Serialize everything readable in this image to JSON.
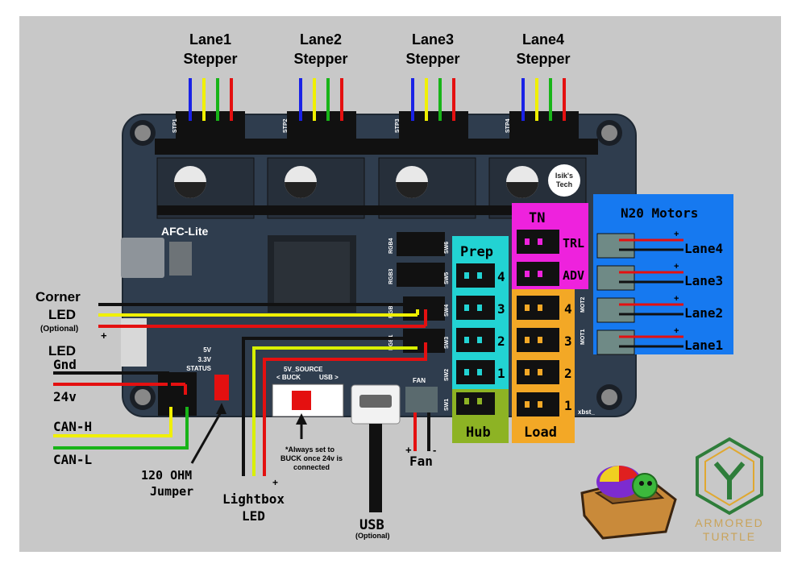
{
  "title": "",
  "stepper_labels": [
    {
      "line1": "Lane1",
      "line2": "Stepper"
    },
    {
      "line1": "Lane2",
      "line2": "Stepper"
    },
    {
      "line1": "Lane3",
      "line2": "Stepper"
    },
    {
      "line1": "Lane4",
      "line2": "Stepper"
    }
  ],
  "stepper_headers": [
    "STP1",
    "STP2",
    "STP3",
    "STP4"
  ],
  "board": {
    "name": "AFC-Lite",
    "brand_line1": "Isik's",
    "brand_line2": "Tech",
    "corner_text": "xbst_",
    "rgb_labels": [
      "RGB4",
      "RGB3",
      "RGB2",
      "RGB1"
    ],
    "sw_labels": [
      "SW6",
      "SW5",
      "SW4",
      "SW3",
      "SW2",
      "SW1"
    ],
    "mot_labels": [
      "MOT2",
      "MOT1"
    ],
    "voltage_labels": [
      "5V",
      "3.3V",
      "STATUS"
    ],
    "source_title": "5V_SOURCE",
    "source_buck": "< BUCK",
    "source_usb": "USB >",
    "fan_label": "FAN"
  },
  "left_labels": {
    "corner_led": "Corner",
    "corner_led2": "LED",
    "optional": "(Optional)",
    "led": "LED",
    "plus": "+",
    "gnd": "Gnd",
    "v24": "24v",
    "can_h": "CAN-H",
    "can_l": "CAN-L"
  },
  "bottom_labels": {
    "ohm_line1": "120 OHM",
    "ohm_line2": "Jumper",
    "lightbox_line1": "Lightbox",
    "lightbox_line2": "LED",
    "lightbox_plus": "+",
    "note_line1": "*Always set to",
    "note_line2": "BUCK once 24v is",
    "note_line3": "connected",
    "usb": "USB",
    "usb_optional": "(Optional)",
    "fan": "Fan",
    "fan_plus": "+",
    "fan_minus": "-"
  },
  "groups": {
    "prep": {
      "title": "Prep",
      "numbers": [
        "4",
        "3",
        "2",
        "1"
      ],
      "color": "#22d3d3"
    },
    "hub": {
      "title": "Hub",
      "color": "#8db324"
    },
    "tn": {
      "title": "TN",
      "items": [
        "TRL",
        "ADV"
      ],
      "color": "#ee22dd"
    },
    "load": {
      "title": "Load",
      "numbers": [
        "4",
        "3",
        "2",
        "1"
      ],
      "color": "#f3a826"
    },
    "n20": {
      "title": "N20 Motors",
      "lanes": [
        "Lane4",
        "Lane3",
        "Lane2",
        "Lane1"
      ],
      "plus": "+",
      "color": "#1679f0"
    }
  },
  "logo": {
    "line1": "ARMORED",
    "line2": "TURTLE"
  },
  "colors": {
    "background": "#c8c8c8",
    "pcb": "#2f3d4e",
    "wire_blue": "#1a22e6",
    "wire_yellow": "#f0f000",
    "wire_green": "#18b418",
    "wire_red": "#e41010"
  }
}
